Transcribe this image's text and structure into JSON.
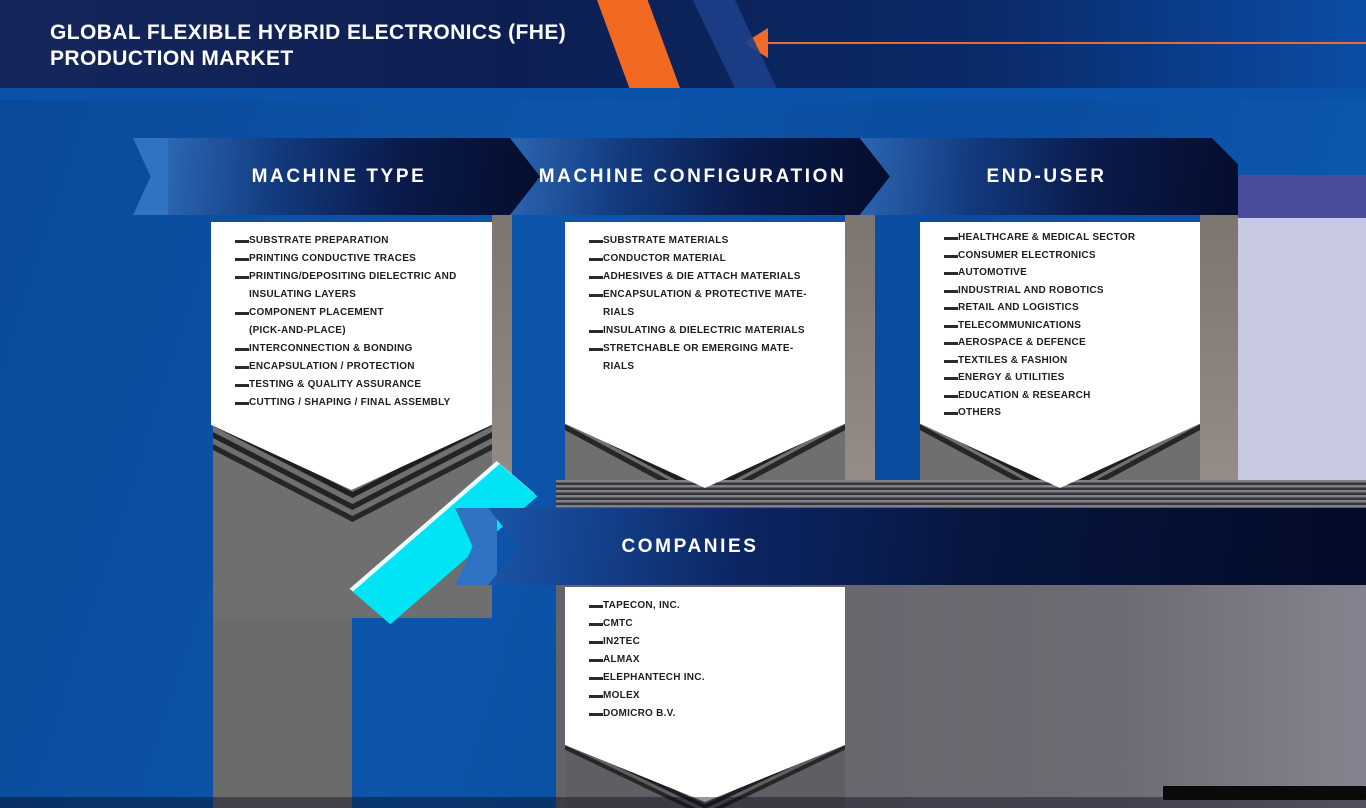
{
  "header": {
    "title_line1": "GLOBAL FLEXIBLE HYBRID ELECTRONICS (FHE)",
    "title_line2": "PRODUCTION MARKET"
  },
  "segments": [
    {
      "id": "machine-type",
      "label": "MACHINE TYPE",
      "items": [
        "SUBSTRATE PREPARATION",
        "PRINTING CONDUCTIVE TRACES",
        "PRINTING/DEPOSITING DIELECTRIC AND\nINSULATING LAYERS",
        "COMPONENT PLACEMENT\n(PICK-AND-PLACE)",
        "INTERCONNECTION & BONDING",
        "ENCAPSULATION / PROTECTION",
        "TESTING & QUALITY ASSURANCE",
        "CUTTING / SHAPING / FINAL ASSEMBLY"
      ]
    },
    {
      "id": "machine-configuration",
      "label": "MACHINE CONFIGURATION",
      "items": [
        "SUBSTRATE MATERIALS",
        "CONDUCTOR MATERIAL",
        "ADHESIVES & DIE ATTACH MATERIALS",
        "ENCAPSULATION & PROTECTIVE MATE-\nRIALS",
        "INSULATING & DIELECTRIC MATERIALS",
        "STRETCHABLE OR EMERGING MATE-\nRIALS"
      ]
    },
    {
      "id": "end-user",
      "label": "END-USER",
      "items": [
        "HEALTHCARE & MEDICAL SECTOR",
        "CONSUMER ELECTRONICS",
        "AUTOMOTIVE",
        "INDUSTRIAL AND ROBOTICS",
        "RETAIL AND LOGISTICS",
        "TELECOMMUNICATIONS",
        "AEROSPACE & DEFENCE",
        "TEXTILES & FASHION",
        "ENERGY & UTILITIES",
        "EDUCATION & RESEARCH",
        "OTHERS"
      ]
    },
    {
      "id": "companies",
      "label": "COMPANIES",
      "items": [
        "TAPECON, INC.",
        "CMTC",
        "IN2TEC",
        "ALMAX",
        "ELEPHANTECH INC.",
        "MOLEX",
        "DOMICRO B.V."
      ]
    }
  ],
  "colors": {
    "header_navy": "#0d1f52",
    "canvas_blue": "#0c55ab",
    "banner_dark": "#071640",
    "accent_orange": "#f26a21",
    "accent_cyan": "#00e4f6",
    "purple_band": "#4a4d9b",
    "lavender_band": "#c7c8e2",
    "shadow_gray": "#6b6b6b",
    "panel_white": "#ffffff",
    "list_text": "#1e1e1e"
  }
}
